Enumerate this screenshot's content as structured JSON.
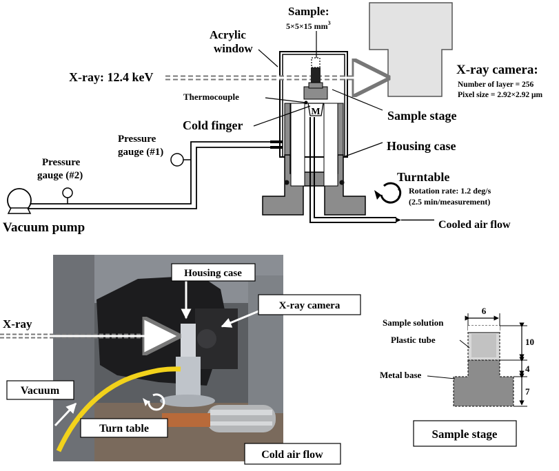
{
  "top": {
    "sample_title": "Sample:",
    "sample_size": "5×5×15 mm",
    "sample_size_sup": "3",
    "acrylic_line1": "Acrylic",
    "acrylic_line2": "window",
    "xray_label": "X-ray: 12.4 keV",
    "camera_title": "X-ray camera:",
    "camera_layers": "Number of layer = 256",
    "camera_pixel": "Pixel size = 2.92×2.92  μm",
    "thermocouple": "Thermocouple",
    "sample_stage": "Sample stage",
    "cold_finger": "Cold finger",
    "housing_case": "Housing case",
    "pg1_line1": "Pressure",
    "pg1_line2": "gauge (#1)",
    "pg2_line1": "Pressure",
    "pg2_line2": "gauge (#2)",
    "turntable": "Turntable",
    "rotation_rate": "Rotation rate: 1.2 deg/s",
    "rotation_time": "(2.5 min/measurement)",
    "vacuum_pump": "Vacuum pump",
    "cooled_air": "Cooled air flow"
  },
  "photo": {
    "housing_case": "Housing case",
    "xray_camera": "X-ray camera",
    "xray": "X-ray",
    "vacuum": "Vacuum",
    "turn_table": "Turn table",
    "cold_air_flow": "Cold air flow"
  },
  "stage_detail": {
    "dim_width": "6",
    "sample_solution": "Sample solution",
    "plastic_tube": "Plastic tube",
    "dim_10": "10",
    "metal_base": "Metal base",
    "dim_4": "4",
    "dim_7": "7",
    "title": "Sample stage"
  },
  "colors": {
    "metal_gray": "#8c8c8c",
    "tube_gray": "#d9d9d9",
    "cable_yellow": "#f2d21b"
  }
}
